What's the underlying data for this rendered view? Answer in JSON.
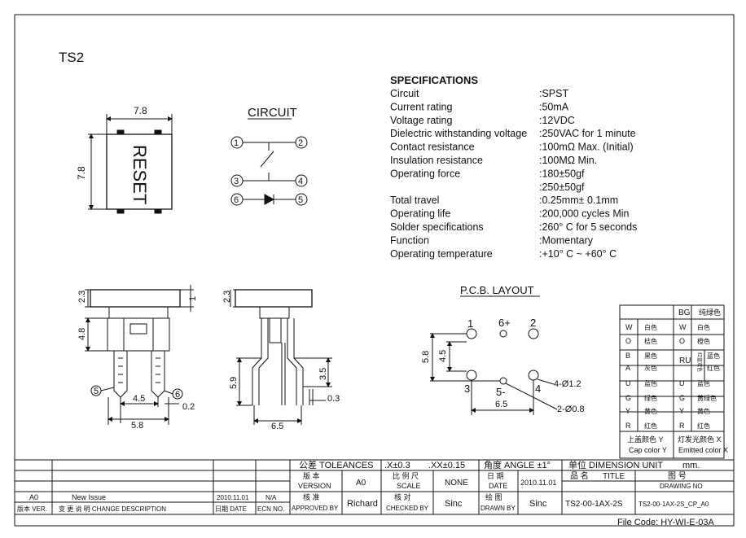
{
  "model": "TS2",
  "specifications": {
    "heading": "SPECIFICATIONS",
    "rows": [
      {
        "label": "Circuit",
        "value": ":SPST"
      },
      {
        "label": "Current rating",
        "value": ":50mA"
      },
      {
        "label": "Voltage rating",
        "value": ":12VDC"
      },
      {
        "label": "Dielectric withstanding voltage",
        "value": ":250VAC for 1 minute"
      },
      {
        "label": "Contact resistance",
        "value": ":100mΩ   Max. (Initial)"
      },
      {
        "label": "Insulation resistance",
        "value": ":100MΩ   Min."
      },
      {
        "label": "Operating force",
        "value": ":180±50gf"
      },
      {
        "label": "",
        "value": ":250±50gf"
      },
      {
        "label": "Total travel",
        "value": ":0.25mm± 0.1mm"
      },
      {
        "label": "Operating life",
        "value": ":200,000 cycles Min"
      },
      {
        "label": "Solder specifications",
        "value": ":260°  C for 5 seconds"
      },
      {
        "label": "Function",
        "value": ":Momentary"
      },
      {
        "label": "Operating temperature",
        "value": ":+10°  C ~ +60°  C"
      }
    ]
  },
  "circuit": {
    "title": "CIRCUIT",
    "pins": [
      "1",
      "2",
      "3",
      "4",
      "6",
      "5"
    ]
  },
  "top_view": {
    "width": "7.8",
    "height": "7.8",
    "label": "RESET"
  },
  "front_view": {
    "d_top": "2.3",
    "d_cap": "1",
    "d_body": "4.8",
    "pin5": "5",
    "pin6": "6",
    "pitch": "4.5",
    "pin_w": "0.2",
    "width": "5.8"
  },
  "side_view": {
    "d_top": "2.3",
    "d_height": "5.9",
    "d_pin": "3.5",
    "d_thick": "0.3",
    "width": "6.5"
  },
  "pcb": {
    "title": "P.C.B. LAYOUT",
    "pin1": "1",
    "pin6": "6+",
    "pin2": "2",
    "pin3": "3",
    "pin5": "5-",
    "pin4": "4",
    "d_outer": "5.8",
    "d_inner": "4.5",
    "d_width": "6.5",
    "hole_large": "4-Ø1.2",
    "hole_small": "2-Ø0.8"
  },
  "colors": {
    "header_bg": "BG",
    "header_bg_cn": "纯绿色",
    "rows": [
      {
        "c1": "W",
        "c1_cn": "白色",
        "c2": "W",
        "c2_cn": "白色"
      },
      {
        "c1": "O",
        "c1_cn": "桔色",
        "c2": "O",
        "c2_cn": "橙色"
      },
      {
        "c1": "B",
        "c1_cn": "黑色",
        "c2": "",
        "c2_cn": "蓝色"
      },
      {
        "c1": "A",
        "c1_cn": "灰色",
        "c2": "",
        "c2_cn": "红色"
      },
      {
        "c1": "U",
        "c1_cn": "蓝色",
        "c2": "U",
        "c2_cn": "蓝色"
      },
      {
        "c1": "G",
        "c1_cn": "绿色",
        "c2": "G",
        "c2_cn": "黄绿色"
      },
      {
        "c1": "Y",
        "c1_cn": "黄色",
        "c2": "Y",
        "c2_cn": "黄色"
      },
      {
        "c1": "R",
        "c1_cn": "红色",
        "c2": "R",
        "c2_cn": "红色"
      }
    ],
    "ru_label": "RU",
    "ru_cn": "红蓝双色",
    "cap_cn": "上盖颜色  Y",
    "cap_en": "Cap color Y",
    "led_cn": "灯发光颜色  X",
    "led_en": "Emitted color X"
  },
  "title_block": {
    "tolerance": "公差 TOLEANCES",
    "tol_x": ".X±0.3",
    "tol_xx": ".XX±0.15",
    "angle": "角度 ANGLE ±1°",
    "unit": "单位  DIMENSION UNIT",
    "unit_val": "mm.",
    "version_cn": "版  本",
    "version": "VERSION",
    "version_val": "A0",
    "scale_cn": "比 例 尺",
    "scale": "SCALE",
    "scale_val": "NONE",
    "date_cn": "日  期",
    "date": "DATE",
    "date_val": "2010.11.01",
    "title_cn": "品  名",
    "title": "TITLE",
    "drawing_cn": "图  号",
    "drawing": "DRAWING NO",
    "approved_cn": "核  准",
    "approved": "APPROVED BY",
    "approved_val": "Richard",
    "checked_cn": "核  对",
    "checked": "CHECKED BY",
    "checked_val": "Sinc",
    "drawn_cn": "绘  图",
    "drawn": "DRAWN BY",
    "drawn_val": "Sinc",
    "title_val": "TS2-00-1AX-2S",
    "drawing_val": "TS2-00-1AX-2S_CP_A0",
    "rev_a0": "A0",
    "rev_desc": "New Issue",
    "rev_date": "2010.11.01",
    "rev_ecn": "N/A",
    "h_ver": "版本 VER.",
    "h_desc": "变  更  说  明   CHANGE DESCRIPTION",
    "h_date": "日期 DATE",
    "h_ecn": "ECN NO."
  },
  "file_code": "File Code: HY-WI-E-03A"
}
